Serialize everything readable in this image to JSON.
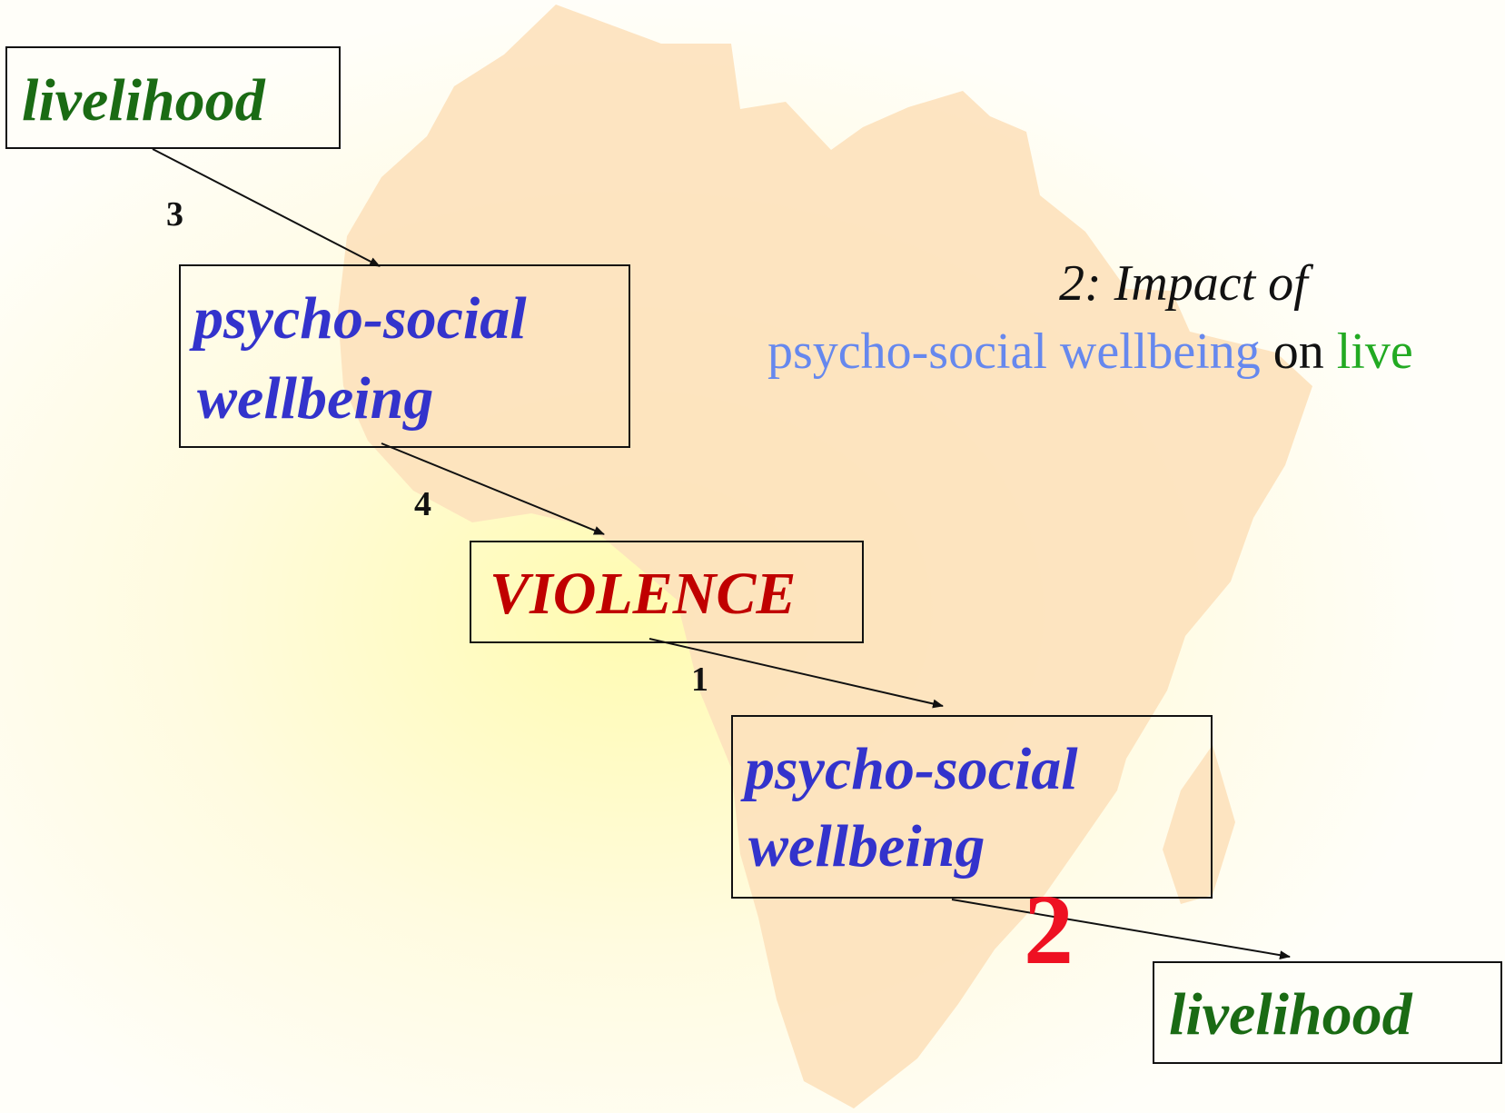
{
  "colors": {
    "livelihood": "#1a6b14",
    "wellbeing": "#3333cc",
    "violence": "#c00000",
    "step_highlight": "#ee1122",
    "caption_wellbeing": "#6688ee",
    "caption_livelihood": "#22aa22",
    "map_fill": "#fde2bd"
  },
  "nodes": {
    "livelihood_top": "livelihood",
    "wellbeing_top_line1": "psycho-social",
    "wellbeing_top_line2": "wellbeing",
    "violence": "VIOLENCE",
    "wellbeing_bottom_line1": "psycho-social",
    "wellbeing_bottom_line2": "wellbeing",
    "livelihood_bottom": "livelihood"
  },
  "edge_labels": {
    "livelihood_to_wellbeing": "3",
    "wellbeing_to_violence": "4",
    "violence_to_wellbeing": "1",
    "wellbeing_to_livelihood": "2"
  },
  "caption": {
    "line1": "2: Impact of",
    "wellbeing_text": "psycho-social wellbeing",
    "on_text": " on ",
    "livelihood_text": "live"
  }
}
